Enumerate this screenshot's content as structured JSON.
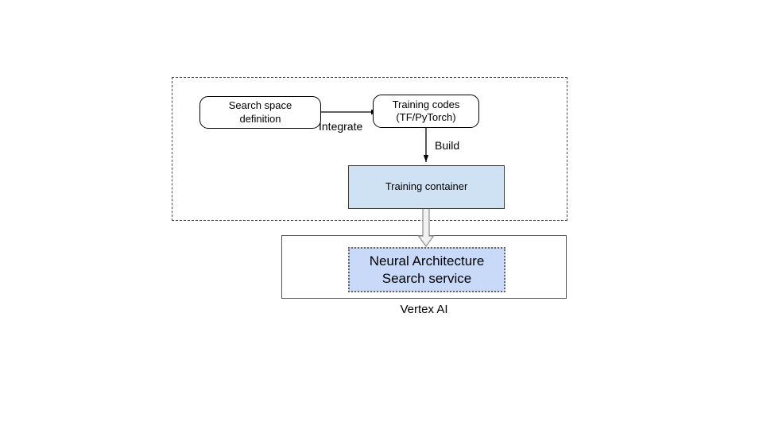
{
  "diagram": {
    "type": "flowchart",
    "title_visible": false,
    "background": "#ffffff",
    "groups": [
      {
        "id": "build-env",
        "label": "",
        "border_style": "dashed",
        "border_color": "#4a4a4a",
        "fill": "transparent"
      },
      {
        "id": "vertex-ai",
        "label": "Vertex AI",
        "border_style": "solid",
        "border_color": "#555555",
        "fill": "#ffffff"
      }
    ],
    "nodes": [
      {
        "id": "search-space-definition",
        "label": "Search space\ndefinition",
        "shape": "rounded-rectangle",
        "fill": "#ffffff",
        "border_color": "#000000"
      },
      {
        "id": "training-codes",
        "label": "Training codes\n(TF/PyTorch)",
        "shape": "rounded-rectangle",
        "fill": "#ffffff",
        "border_color": "#000000"
      },
      {
        "id": "training-container",
        "label": "Training container",
        "shape": "rectangle",
        "fill": "#cfe2f3",
        "border_color": "#3b3b3b"
      },
      {
        "id": "neural-architecture-search-service",
        "label": "Neural Architecture\nSearch service",
        "shape": "dotted-rectangle",
        "fill": "#c9daf8",
        "border_color": "#666666"
      }
    ],
    "edges": [
      {
        "id": "integrate",
        "from": "search-space-definition",
        "to": "training-codes",
        "label": "Integrate",
        "style": "solid-line-arrow",
        "color": "#000000"
      },
      {
        "id": "build",
        "from": "training-codes",
        "to": "training-container",
        "label": "Build",
        "style": "solid-line-arrow",
        "color": "#000000"
      },
      {
        "id": "deploy",
        "from": "training-container",
        "to": "neural-architecture-search-service",
        "label": "",
        "style": "block-arrow",
        "color": "#808080",
        "fill": "#f2f2f2"
      }
    ],
    "labels": {
      "vertex_ai": "Vertex AI",
      "integrate": "Integrate",
      "build": "Build"
    }
  }
}
